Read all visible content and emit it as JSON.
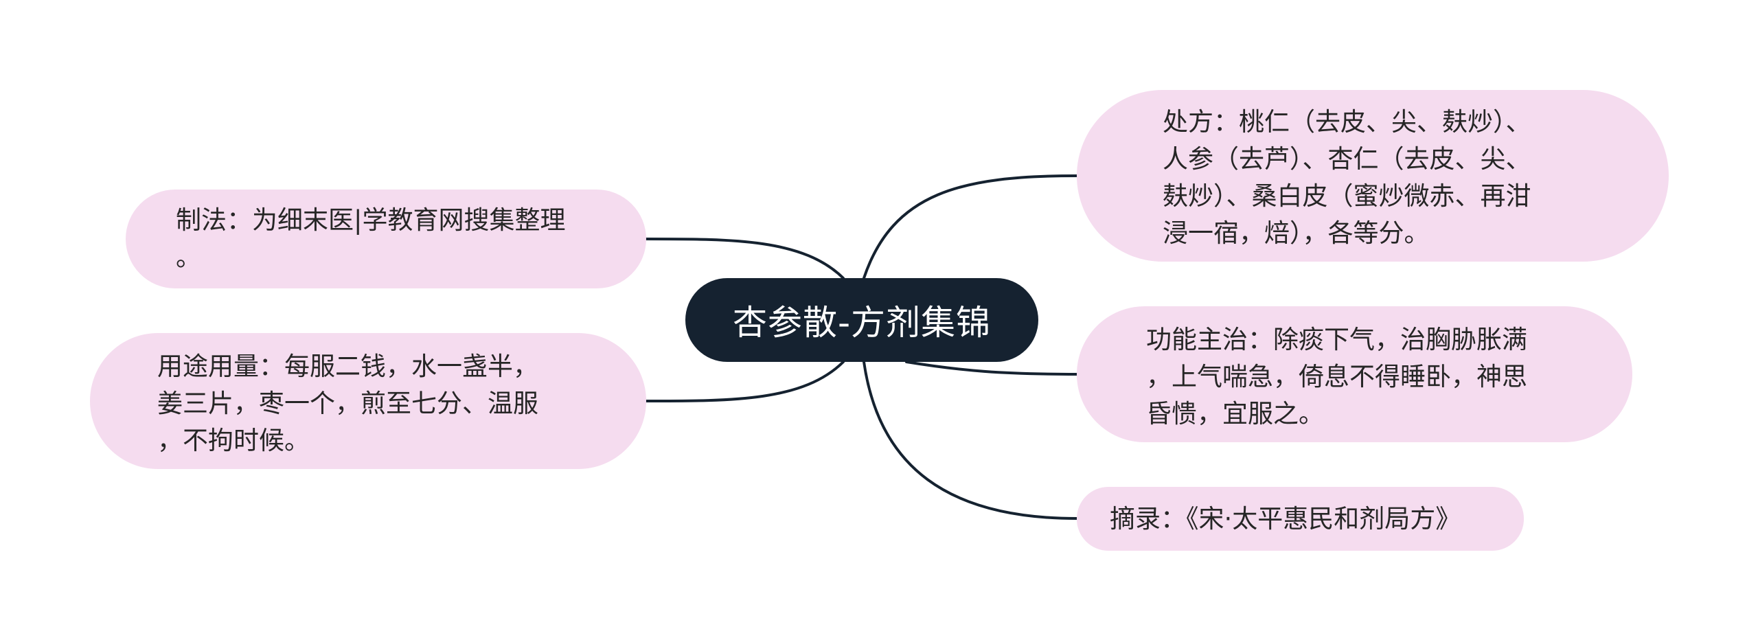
{
  "mindmap": {
    "central": {
      "label": "杏参散-方剂集锦"
    },
    "left": [
      {
        "id": "method",
        "text": "制法：为细末医|学教育网搜集整理\n。"
      },
      {
        "id": "usage",
        "text": "用途用量：每服二钱，水一盏半，\n姜三片，枣一个，煎至七分、温服\n，不拘时候。"
      }
    ],
    "right": [
      {
        "id": "prescription",
        "text": "处方：桃仁（去皮、尖、麸炒）、\n人参（去芦）、杏仁（去皮、尖、\n麸炒）、桑白皮（蜜炒微赤、再泔\n浸一宿，焙），各等分。"
      },
      {
        "id": "function",
        "text": "功能主治：除痰下气，治胸胁胀满\n，上气喘急，倚息不得睡卧，神思\n昏愦，宜服之。"
      },
      {
        "id": "source",
        "text": "摘录：《宋·太平惠民和剂局方》"
      }
    ]
  },
  "colors": {
    "central_bg": "#152230",
    "central_text": "#ffffff",
    "node_bg": "#f5dcef",
    "node_text": "#262626",
    "link": "#152230"
  }
}
